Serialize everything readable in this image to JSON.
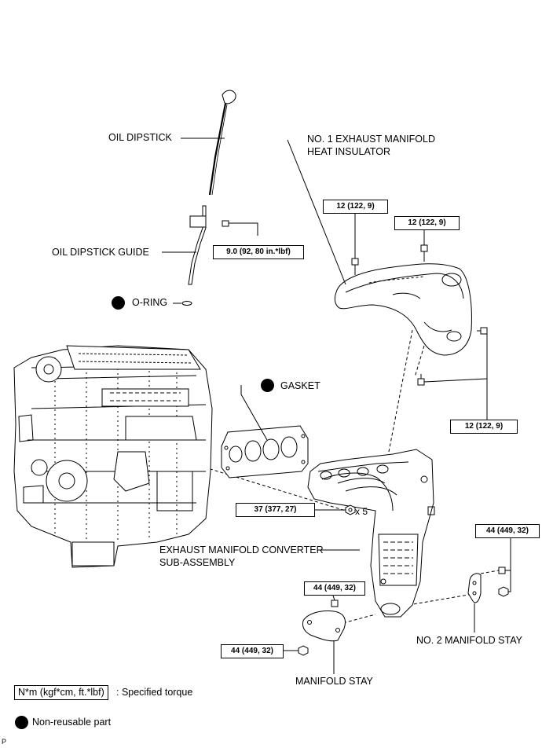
{
  "labels": {
    "oil_dipstick": "OIL DIPSTICK",
    "insulator_line1": "NO. 1 EXHAUST MANIFOLD",
    "insulator_line2": "HEAT INSULATOR",
    "oil_dipstick_guide": "OIL DIPSTICK GUIDE",
    "o_ring": "O-RING",
    "gasket": "GASKET",
    "converter_line1": "EXHAUST MANIFOLD CONVERTER",
    "converter_line2": "SUB-ASSEMBLY",
    "no2_manifold_stay": "NO. 2 MANIFOLD STAY",
    "manifold_stay": "MANIFOLD STAY",
    "quantity": "x 5"
  },
  "torque": {
    "insulator_left": "12 (122, 9)",
    "insulator_right": "12 (122, 9)",
    "insulator_lower": "12 (122, 9)",
    "dipstick_guide": "9.0 (92, 80 in.*lbf)",
    "manifold_nuts": "37 (377, 27)",
    "no2_stay": "44 (449, 32)",
    "stay_upper": "44 (449, 32)",
    "stay_lower": "44 (449, 32)"
  },
  "legend": {
    "torque_unit": "N*m (kgf*cm, ft.*lbf)",
    "torque_desc": ": Specified torque",
    "nonreusable_desc": "Non-reusable part"
  },
  "corner_mark": "P"
}
